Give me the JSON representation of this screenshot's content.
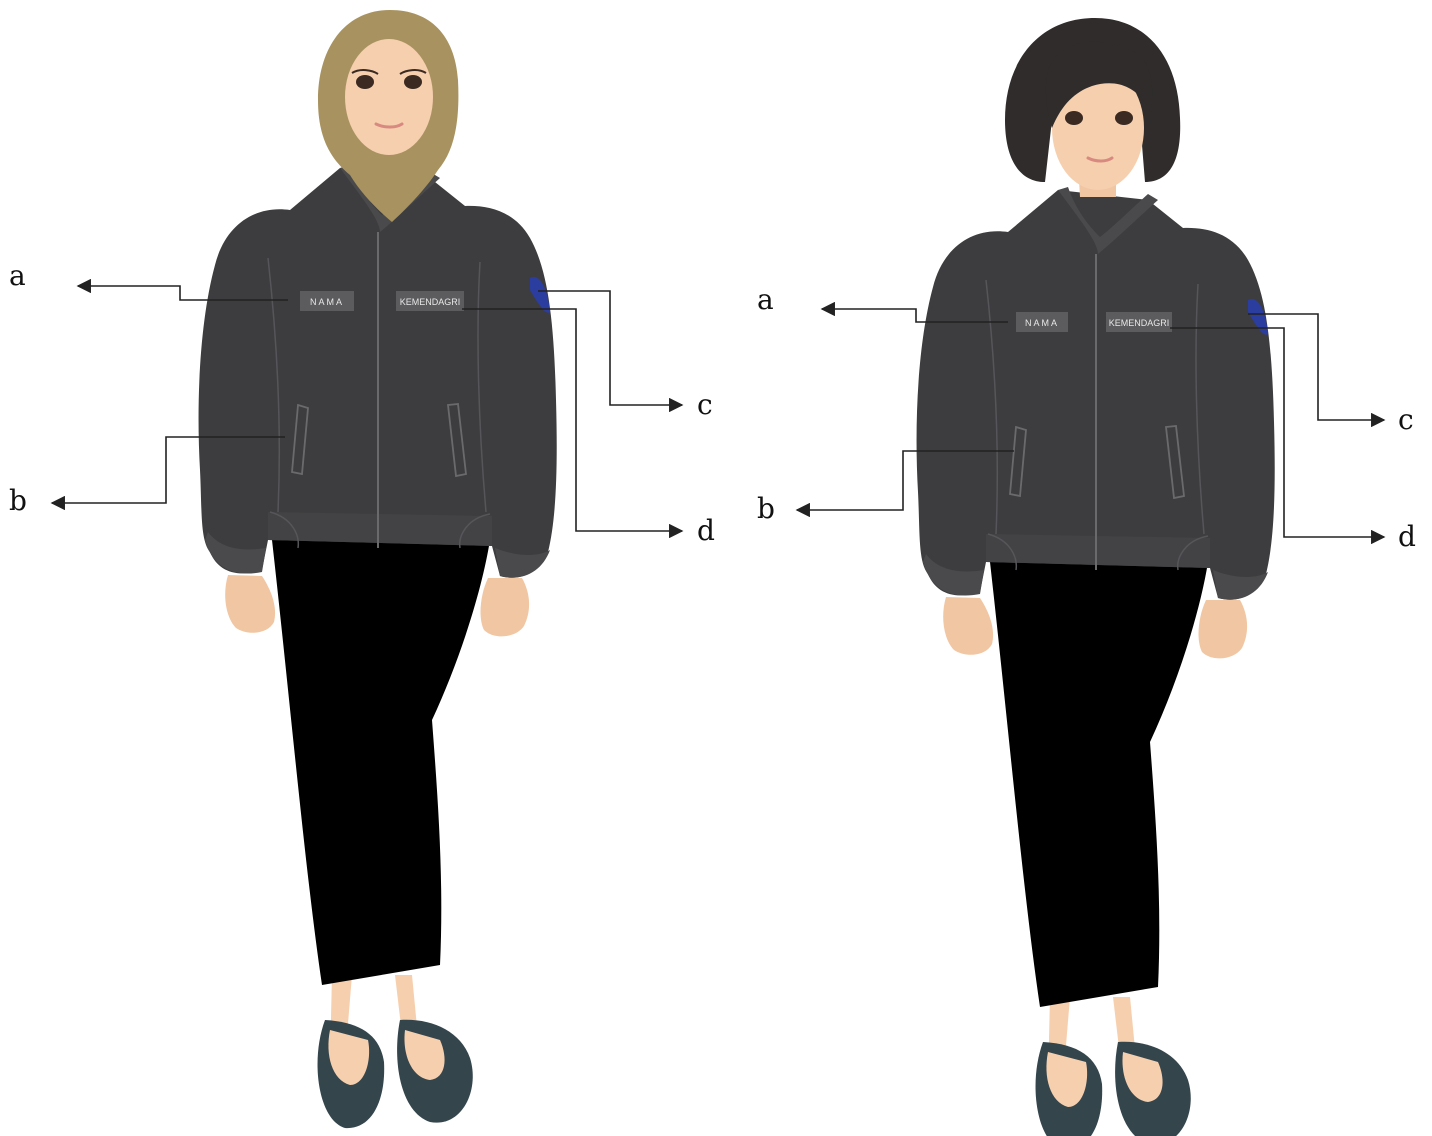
{
  "figures": [
    {
      "id": "hijab",
      "name_tag": "NAMA",
      "agency_tag": "KEMENDAGRI",
      "callouts": {
        "a": "a",
        "b": "b",
        "c": "c",
        "d": "d"
      }
    },
    {
      "id": "short-hair",
      "name_tag": "NAMA",
      "agency_tag": "KEMENDAGRI",
      "callouts": {
        "a": "a",
        "b": "b",
        "c": "c",
        "d": "d"
      }
    }
  ],
  "colors": {
    "jacket": "#3d3d3f",
    "jacket_seam": "#6a6a6c",
    "skirt": "#000000",
    "skin": "#f6cfae",
    "hijab": "#a89360",
    "hair": "#2f2c2b",
    "shoes": "#34454c",
    "sleeve_patch": "#2b3d9e",
    "tag_bg": "#5c5c5e"
  }
}
